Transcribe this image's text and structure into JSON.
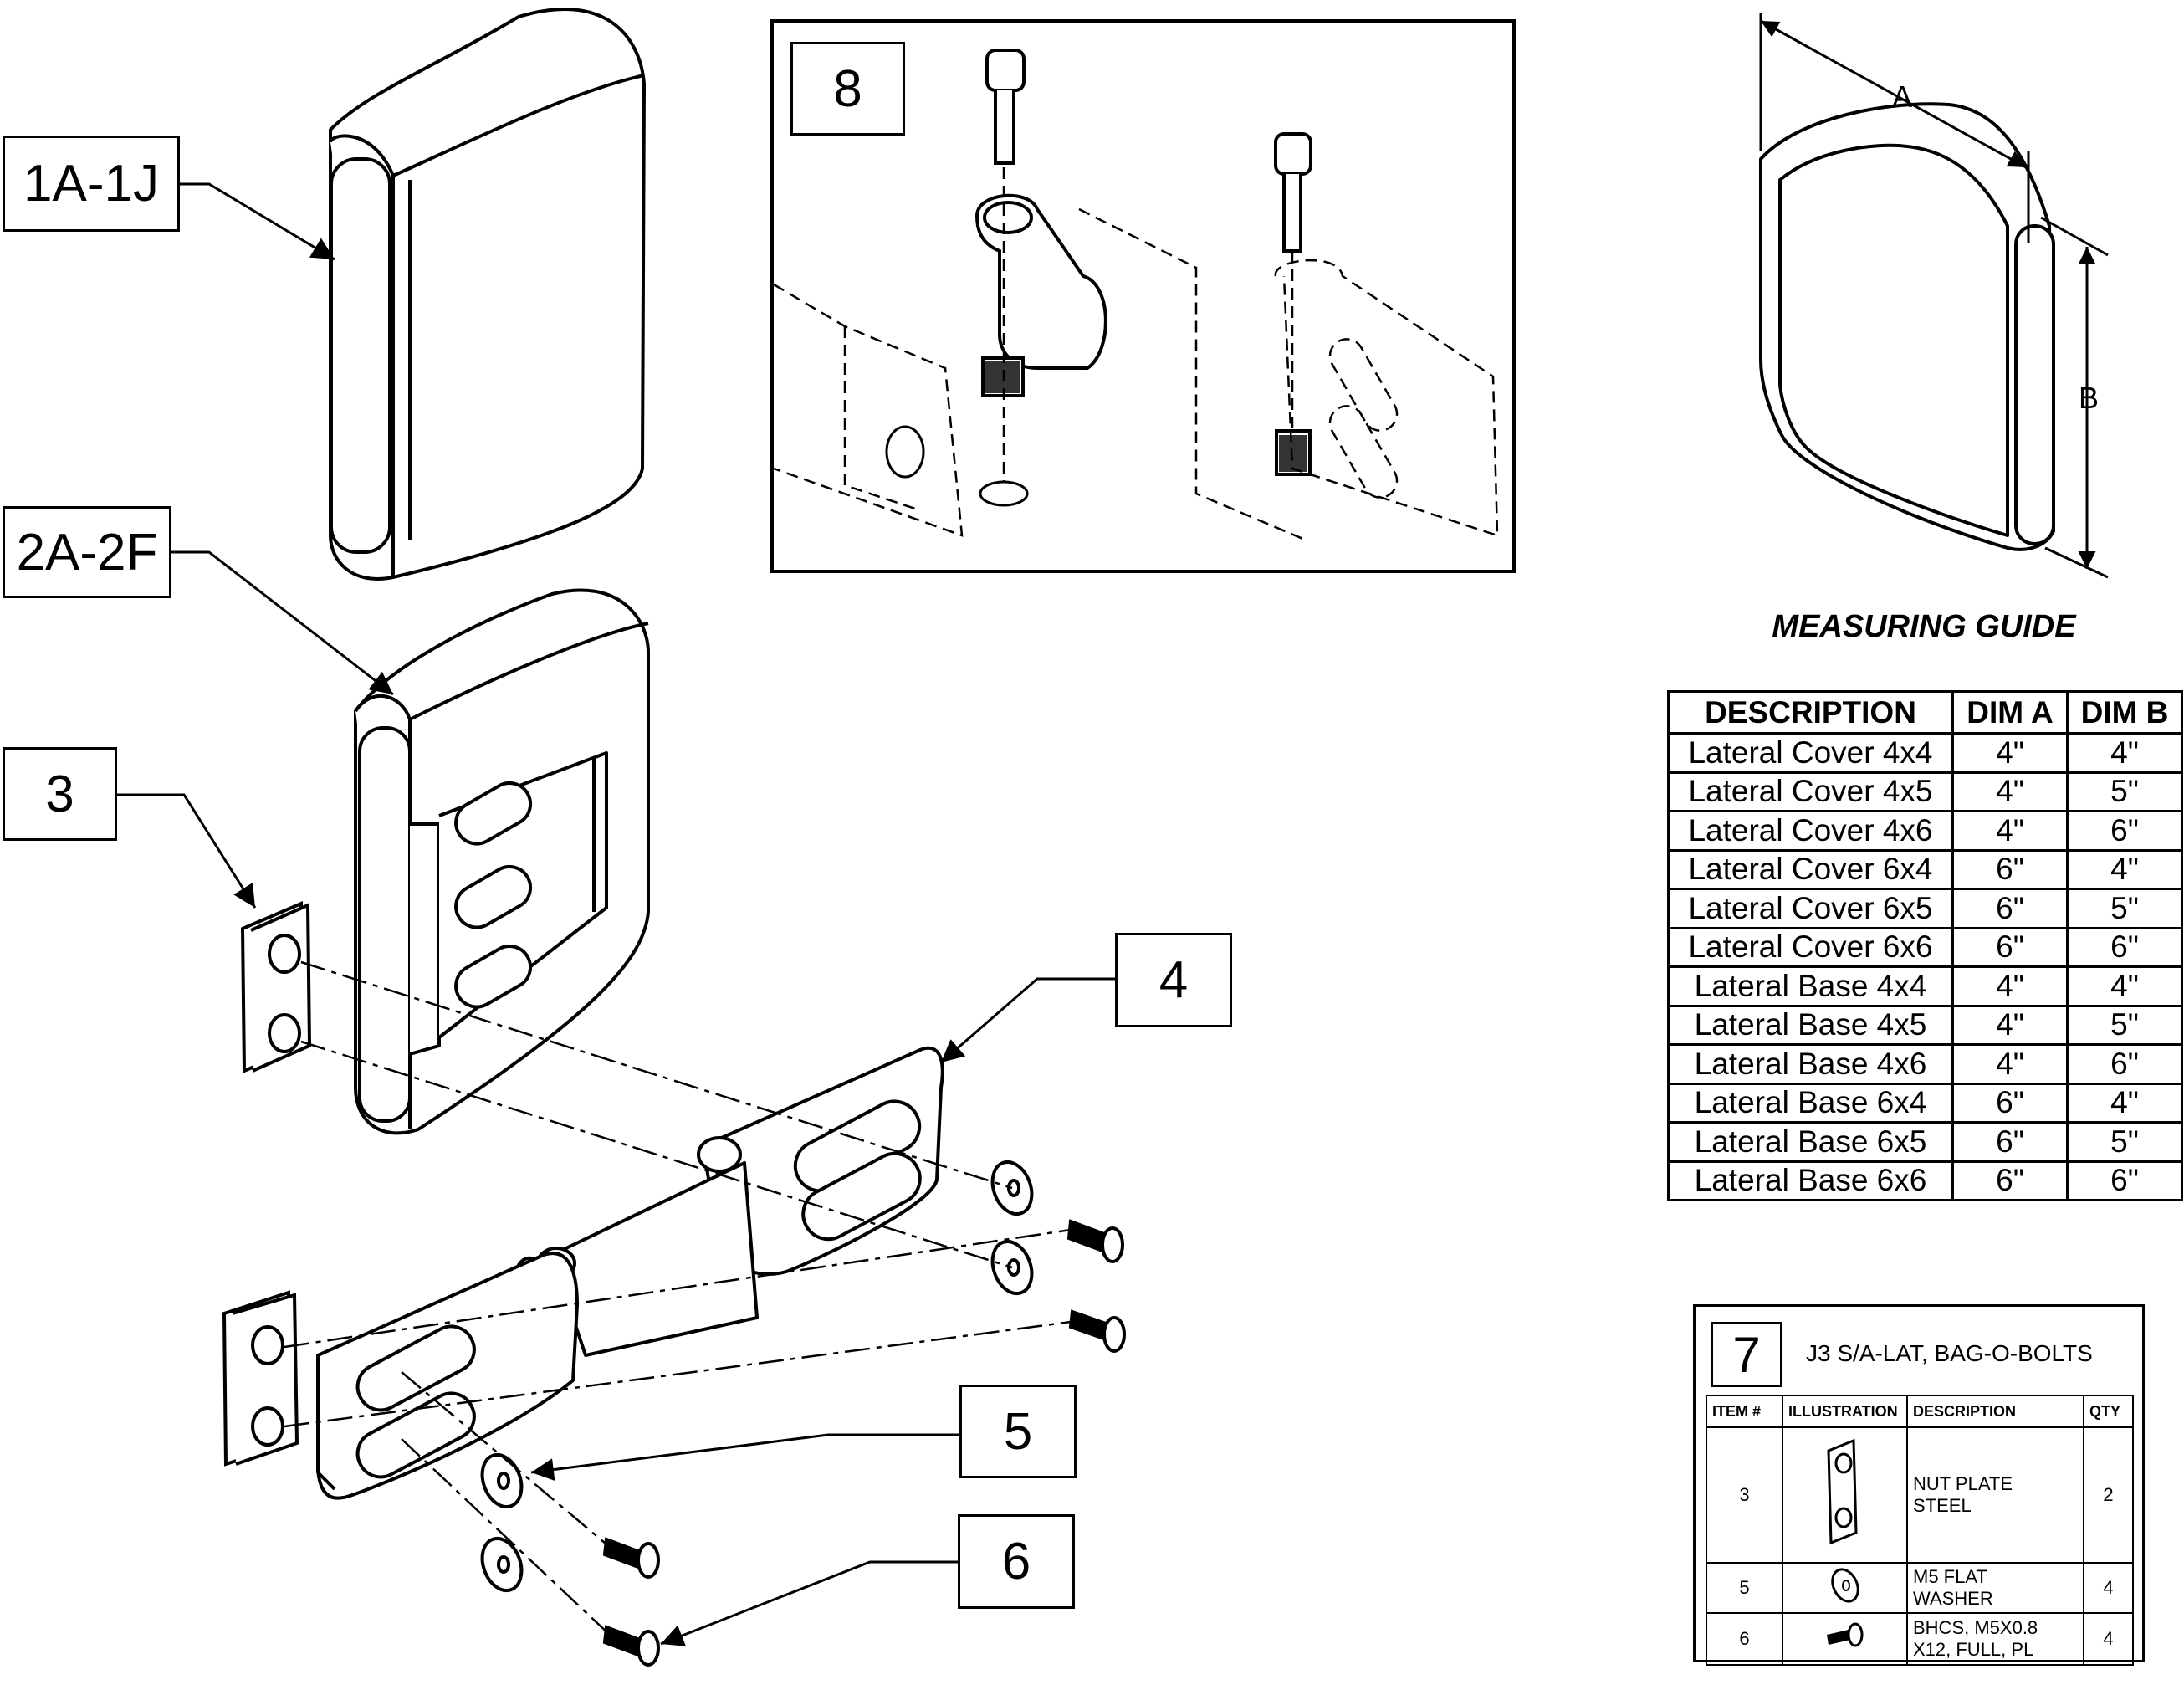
{
  "callouts": {
    "c1": "1A-1J",
    "c2": "2A-2F",
    "c3": "3",
    "c4": "4",
    "c5": "5",
    "c6": "6",
    "c8": "8"
  },
  "dimensions": {
    "a": "A",
    "b": "B"
  },
  "measuring_guide": {
    "title": "MEASURING GUIDE",
    "headers": [
      "DESCRIPTION",
      "DIM A",
      "DIM B"
    ],
    "rows": [
      [
        "Lateral Cover 4x4",
        "4\"",
        "4\""
      ],
      [
        "Lateral Cover 4x5",
        "4\"",
        "5\""
      ],
      [
        "Lateral Cover 4x6",
        "4\"",
        "6\""
      ],
      [
        "Lateral Cover 6x4",
        "6\"",
        "4\""
      ],
      [
        "Lateral Cover 6x5",
        "6\"",
        "5\""
      ],
      [
        "Lateral Cover 6x6",
        "6\"",
        "6\""
      ],
      [
        "Lateral Base 4x4",
        "4\"",
        "4\""
      ],
      [
        "Lateral Base 4x5",
        "4\"",
        "5\""
      ],
      [
        "Lateral Base 4x6",
        "4\"",
        "6\""
      ],
      [
        "Lateral Base 6x4",
        "6\"",
        "4\""
      ],
      [
        "Lateral Base 6x5",
        "6\"",
        "5\""
      ],
      [
        "Lateral Base 6x6",
        "6\"",
        "6\""
      ]
    ]
  },
  "kit": {
    "number": "7",
    "title": "J3 S/A-LAT, BAG-O-BOLTS",
    "headers": [
      "ITEM #",
      "ILLUSTRATION",
      "DESCRIPTION",
      "QTY"
    ],
    "items": [
      {
        "item": "3",
        "illustration": "nut-plate",
        "desc1": "NUT PLATE",
        "desc2": "STEEL",
        "qty": "2"
      },
      {
        "item": "5",
        "illustration": "flat-washer",
        "desc1": "M5 FLAT",
        "desc2": "WASHER",
        "qty": "4"
      },
      {
        "item": "6",
        "illustration": "button-head-screw",
        "desc1": "BHCS, M5X0.8",
        "desc2": "X12, FULL, PL",
        "qty": "4"
      }
    ]
  }
}
